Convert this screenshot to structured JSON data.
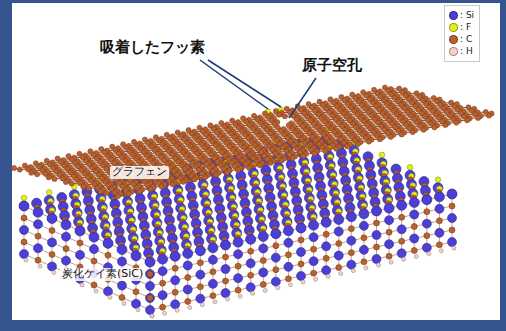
{
  "diagram": {
    "labels": [
      "吸着したフッ素",
      "原子空孔",
      "グラフェン",
      "炭化ケイ素(SiC)"
    ],
    "legend": [
      {
        "text": ": Si",
        "color": "#4b3fd6"
      },
      {
        "text": ": F",
        "color": "#e4ef1a"
      },
      {
        "text": ": C",
        "color": "#b9602f"
      },
      {
        "text": ": H",
        "color": "#f3d2c8"
      }
    ]
  }
}
